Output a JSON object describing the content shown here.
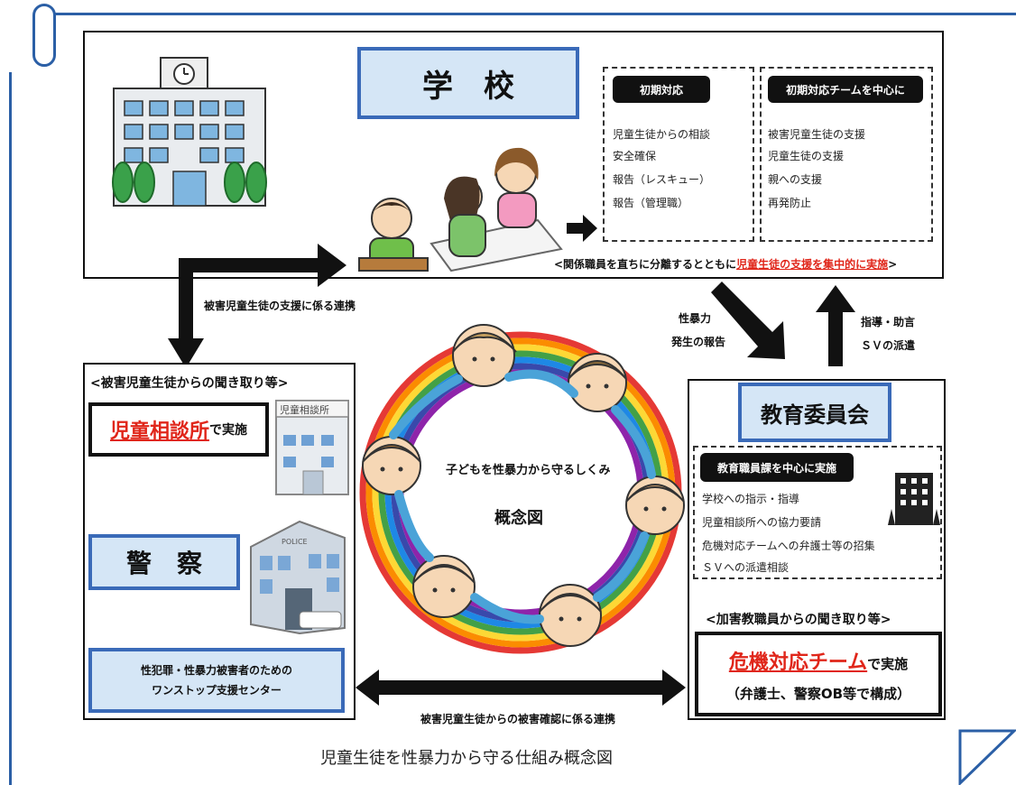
{
  "school": {
    "title": "学　校",
    "initial_response_title": "初期対応",
    "initial_response_items": [
      "児童生徒からの相談",
      "安全確保",
      "報告（レスキュー）",
      "報告（管理職）"
    ],
    "team_title": "初期対応チームを中心に",
    "team_items": [
      "被害児童生徒の支援",
      "児童生徒の支援",
      "親への支援",
      "再発防止"
    ],
    "note_prefix": "<関係職員を直ちに分離するとともに",
    "note_highlight": "児童生徒の支援を集中的に実施",
    "note_suffix": ">"
  },
  "links": {
    "support_collab": "被害児童生徒の支援に係る連携",
    "report_line1": "性暴力",
    "report_line2": "発生の報告",
    "guidance_line1": "指導・助言",
    "guidance_line2": "ＳＶの派遣",
    "confirm_collab": "被害児童生徒からの被害確認に係る連携"
  },
  "left": {
    "hearing_title": "<被害児童生徒からの聞き取り等>",
    "child_center_name": "児童相談所",
    "child_center_suffix": "で実施",
    "building_sign": "児童相談所",
    "police_title": "警　察",
    "police_sign": "POLICE",
    "one_stop_line1": "性犯罪・性暴力被害者のための",
    "one_stop_line2": "ワンストップ支援センター"
  },
  "center": {
    "subtitle": "子どもを性暴力から守るしくみ",
    "label": "概念図"
  },
  "board": {
    "title": "教育委員会",
    "section_title": "教育職員課を中心に実施",
    "items": [
      "学校への指示・指導",
      "児童相談所への協力要請",
      "危機対応チームへの弁護士等の招集",
      "ＳＶへの派遣相談"
    ],
    "hearing_title": "<加害教職員からの聞き取り等>",
    "crisis_name": "危機対応チーム",
    "crisis_suffix": "で実施",
    "crisis_note": "（弁護士、警察OB等で構成）"
  },
  "caption": "児童生徒を性暴力から守る仕組み概念図"
}
